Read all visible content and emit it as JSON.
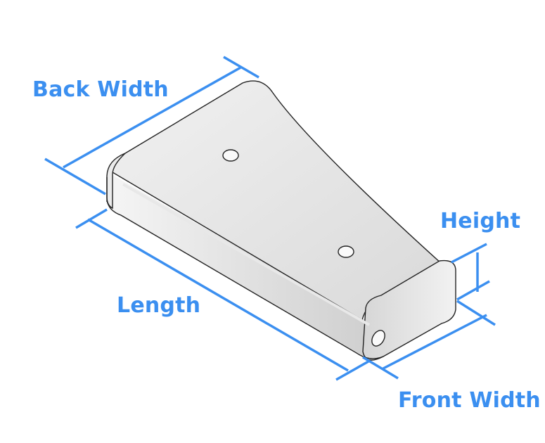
{
  "labels": {
    "back_width": "Back Width",
    "height": "Height",
    "length": "Length",
    "front_width": "Front Width"
  },
  "colors": {
    "dimension": "#3b8ff0",
    "body_fill": "#e4e4e4",
    "edge": "#1a1a1a"
  }
}
